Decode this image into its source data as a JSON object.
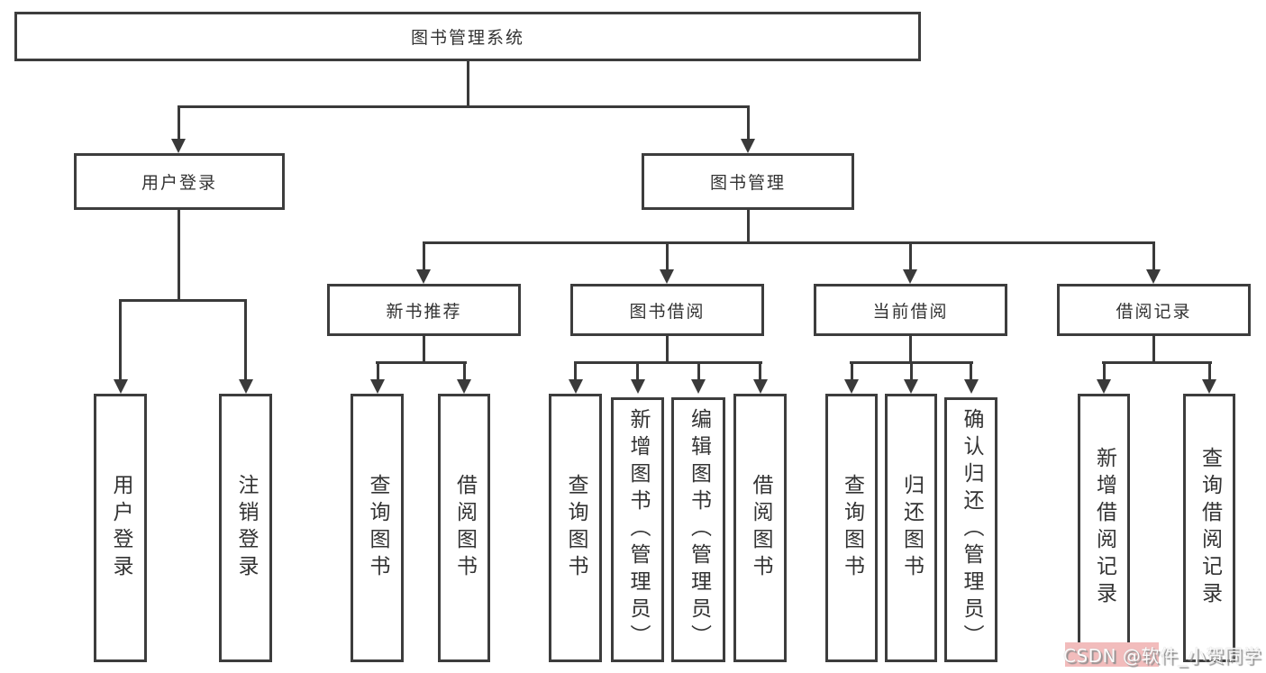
{
  "tree": {
    "root": "图书管理系统",
    "branches": [
      {
        "label": "用户登录",
        "leaves": [
          "用户登录",
          "注销登录"
        ]
      },
      {
        "label": "图书管理",
        "groups": [
          {
            "label": "新书推荐",
            "leaves": [
              "查询图书",
              "借阅图书"
            ]
          },
          {
            "label": "图书借阅",
            "leaves": [
              "查询图书",
              "新增图书（管理员）",
              "编辑图书（管理员）",
              "借阅图书"
            ]
          },
          {
            "label": "当前借阅",
            "leaves": [
              "查询图书",
              "归还图书",
              "确认归还（管理员）"
            ]
          },
          {
            "label": "借阅记录",
            "leaves": [
              "新增借阅记录",
              "查询借阅记录"
            ]
          }
        ]
      }
    ]
  },
  "watermark": {
    "text": "CSDN @软件_小贺同学"
  },
  "colors": {
    "line": "#3a3a3a",
    "box_border": "#3d3d3d",
    "text": "#333333",
    "watermark_bg": "#f2bcbc",
    "watermark_text": "#fbfbfb"
  }
}
